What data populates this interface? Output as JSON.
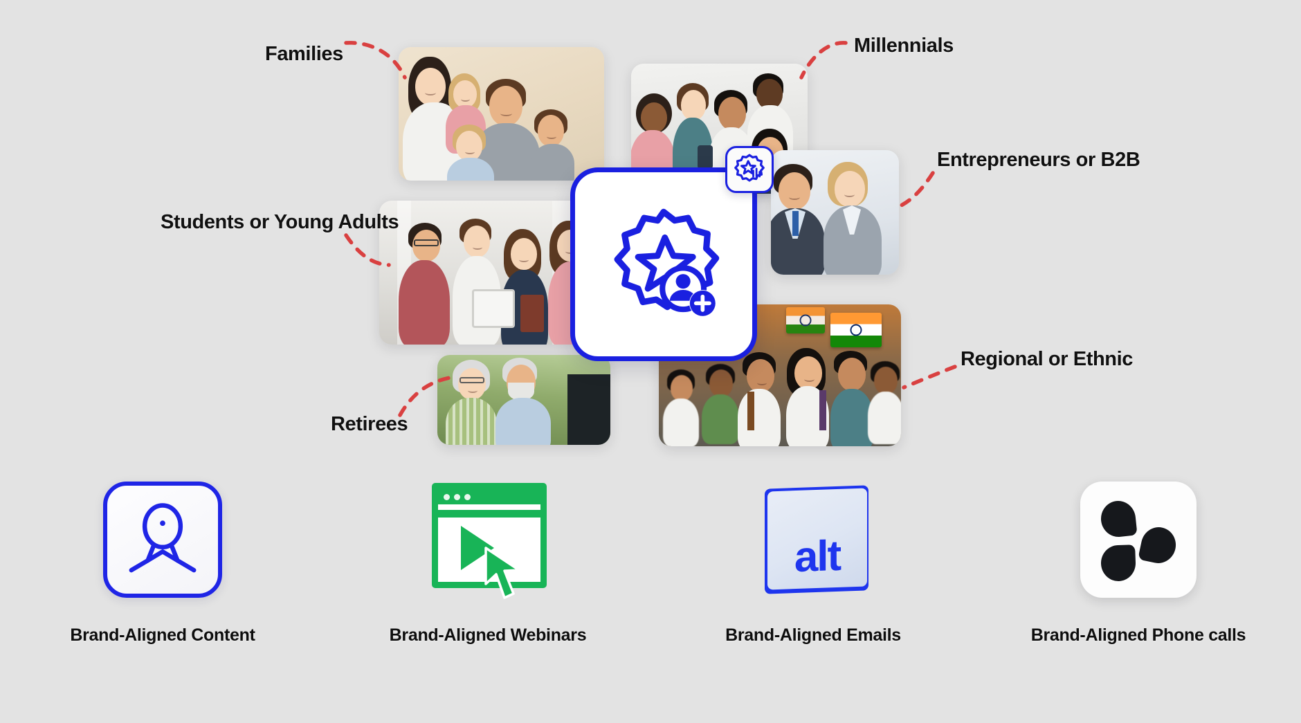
{
  "theme": {
    "background_color": "#e3e3e3",
    "brand_blue": "#1a20e0",
    "connector_red": "#d94040",
    "webinar_green": "#18b457",
    "text_color": "#101010"
  },
  "audience_labels": [
    {
      "key": "families",
      "label": "Families",
      "side": "left"
    },
    {
      "key": "students",
      "label": "Students or Young Adults",
      "side": "left"
    },
    {
      "key": "retirees",
      "label": "Retirees",
      "side": "left"
    },
    {
      "key": "millennials",
      "label": "Millennials",
      "side": "right"
    },
    {
      "key": "entrepreneurs",
      "label": "Entrepreneurs or B2B",
      "side": "right"
    },
    {
      "key": "regional",
      "label": "Regional or Ethnic",
      "side": "right"
    }
  ],
  "center": {
    "icon_name": "badge-star-add-person-icon",
    "badge_icon_name": "badge-star-analytics-icon"
  },
  "photos": [
    {
      "key": "families",
      "alt": "Smiling family of two adults and three children"
    },
    {
      "key": "millennials",
      "alt": "Group of diverse young adults looking at a phone"
    },
    {
      "key": "entrepreneurs",
      "alt": "Two business professionals in suits standing confidently"
    },
    {
      "key": "students",
      "alt": "Four students with books and tablet giving thumbs up"
    },
    {
      "key": "retirees",
      "alt": "Senior couple smiling outdoors"
    },
    {
      "key": "regional",
      "alt": "Crowd of young people with Indian flag in background"
    }
  ],
  "features": [
    {
      "key": "content",
      "label": "Brand-Aligned Content",
      "icon_name": "avatar-outline-icon"
    },
    {
      "key": "webinars",
      "label": "Brand-Aligned Webinars",
      "icon_name": "browser-play-cursor-icon"
    },
    {
      "key": "emails",
      "label": "Brand-Aligned Emails",
      "icon_name": "alt-key-icon",
      "key_text": "alt"
    },
    {
      "key": "phone",
      "label": "Brand-Aligned Phone calls",
      "icon_name": "three-dots-tile-icon"
    }
  ]
}
